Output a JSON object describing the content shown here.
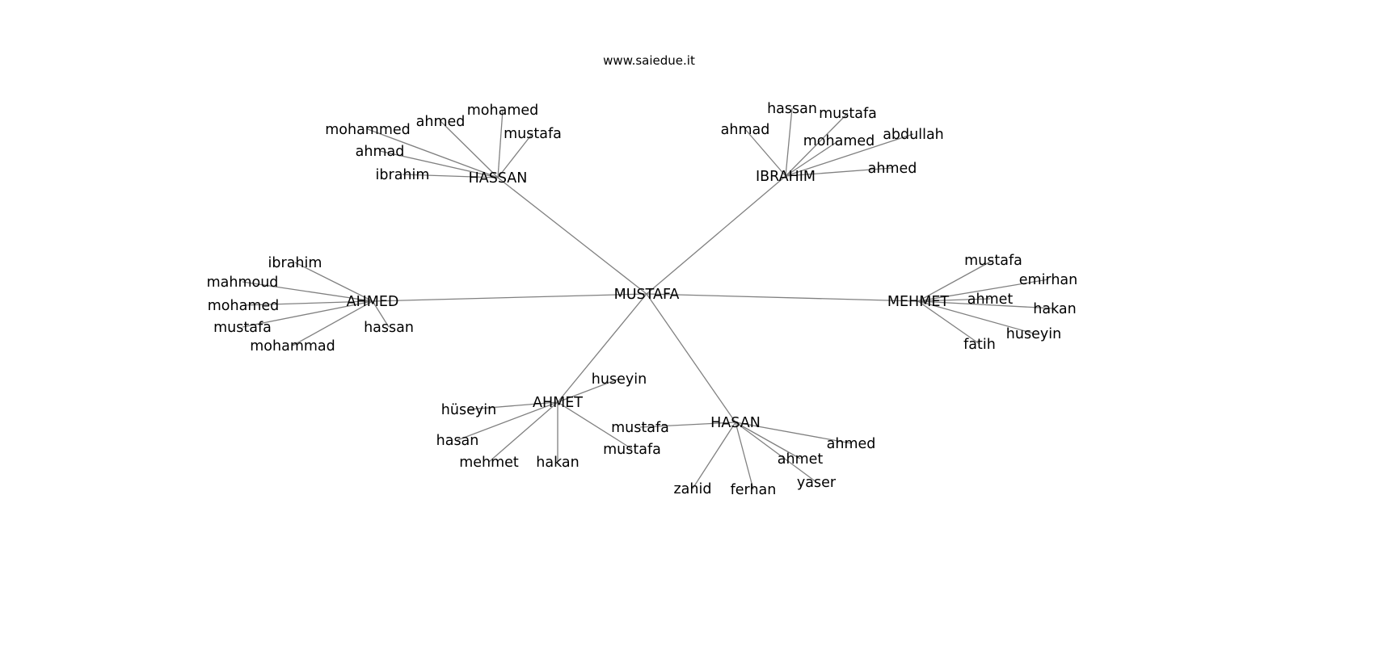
{
  "title": "www.saiedue.it",
  "colors": {
    "edge": "#808080",
    "text": "#000000"
  },
  "root": "MUSTAFA",
  "hubs": [
    {
      "id": "HASSAN",
      "label": "HASSAN",
      "leaves": [
        "mohammed",
        "ahmed",
        "mohamed",
        "mustafa",
        "ahmad",
        "ibrahim"
      ]
    },
    {
      "id": "IBRAHIM",
      "label": "IBRAHIM",
      "leaves": [
        "ahmad",
        "hassan",
        "mustafa",
        "mohamed",
        "abdullah",
        "ahmed"
      ]
    },
    {
      "id": "AHMED",
      "label": "AHMED",
      "leaves": [
        "ibrahim",
        "mahmoud",
        "mohamed",
        "mustafa",
        "mohammad",
        "hassan"
      ]
    },
    {
      "id": "MEHMET",
      "label": "MEHMET",
      "leaves": [
        "mustafa",
        "emirhan",
        "ahmet",
        "hakan",
        "huseyin",
        "fatih"
      ]
    },
    {
      "id": "AHMET",
      "label": "AHMET",
      "leaves": [
        "huseyin",
        "hüseyin",
        "hasan",
        "mehmet",
        "hakan",
        "mustafa"
      ]
    },
    {
      "id": "HASAN",
      "label": "HASAN",
      "leaves": [
        "mustafa",
        "ahmed",
        "ahmet",
        "yaser",
        "ferhan",
        "zahid"
      ]
    }
  ]
}
